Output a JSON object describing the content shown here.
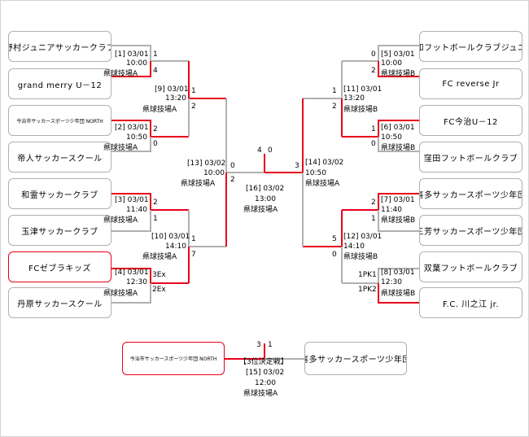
{
  "teams": {
    "l1": "野村ジュニアサッカークラブ",
    "l2": "grand merry U－12",
    "l3": "今治市サッカースポーツ少年団 NORTH",
    "l4": "帝人サッカースクール",
    "l5": "和霊サッカークラブ",
    "l6": "玉津サッカークラブ",
    "l7": "FCゼブラキッズ",
    "l8": "丹原サッカースクール",
    "r1": "宇和フットボールクラブジュニア",
    "r2": "FC reverse Jr",
    "r3": "FC今治U－12",
    "r4": "窪田フットボールクラブ",
    "r5": "喜多サッカースポーツ少年団",
    "r6": "三芳サッカースポーツ少年団",
    "r7": "双葉フットボールクラブ",
    "r8": "F.C. 川之江 jr.",
    "t1": "今治市サッカースポーツ少年団 NORTH",
    "t2": "喜多サッカースポーツ少年団"
  },
  "matches": {
    "m1": {
      "no": "[1] 03/01",
      "time": "10:00",
      "venue": "県球技場A",
      "s1": "1",
      "s2": "4"
    },
    "m2": {
      "no": "[2] 03/01",
      "time": "10:50",
      "venue": "県球技場A",
      "s1": "2",
      "s2": "0"
    },
    "m3": {
      "no": "[3] 03/01",
      "time": "11:40",
      "venue": "県球技場A",
      "s1": "2",
      "s2": "1"
    },
    "m4": {
      "no": "[4] 03/01",
      "time": "12:30",
      "venue": "県球技場A",
      "s1": "3Ex",
      "s2": "2Ex"
    },
    "m5": {
      "no": "[5] 03/01",
      "time": "10:00",
      "venue": "県球技場B",
      "s1": "0",
      "s2": "2"
    },
    "m6": {
      "no": "[6] 03/01",
      "time": "10:50",
      "venue": "県球技場B",
      "s1": "1",
      "s2": "0"
    },
    "m7": {
      "no": "[7] 03/01",
      "time": "11:40",
      "venue": "県球技場B",
      "s1": "2",
      "s2": "1"
    },
    "m8": {
      "no": "[8] 03/01",
      "time": "12:30",
      "venue": "県球技場B",
      "s1": "1PK1",
      "s2": "1PK2"
    },
    "m9": {
      "no": "[9] 03/01",
      "time": "13:20",
      "venue": "県球技場A",
      "s1": "1",
      "s2": "2"
    },
    "m10": {
      "no": "[10] 03/01",
      "time": "14:10",
      "venue": "県球技場A",
      "s1": "1",
      "s2": "7"
    },
    "m11": {
      "no": "[11] 03/01",
      "time": "13:20",
      "venue": "県球技場B",
      "s1": "1",
      "s2": "2"
    },
    "m12": {
      "no": "[12] 03/01",
      "time": "14:10",
      "venue": "県球技場B",
      "s1": "5",
      "s2": "0"
    },
    "m13": {
      "no": "[13] 03/02",
      "time": "10:00",
      "venue": "県球技場A",
      "s1": "0",
      "s2": "2"
    },
    "m14": {
      "no": "[14] 03/02",
      "time": "10:50",
      "venue": "県球技場A",
      "s1": "3"
    },
    "m16": {
      "no": "[16] 03/02",
      "time": "13:00",
      "venue": "県球技場A",
      "s1": "4",
      "s2": "0"
    },
    "m15": {
      "label": "【3位決定戦】",
      "no": "[15] 03/02",
      "time": "12:00",
      "venue": "県球技場A",
      "s1": "3",
      "s2": "1"
    }
  }
}
